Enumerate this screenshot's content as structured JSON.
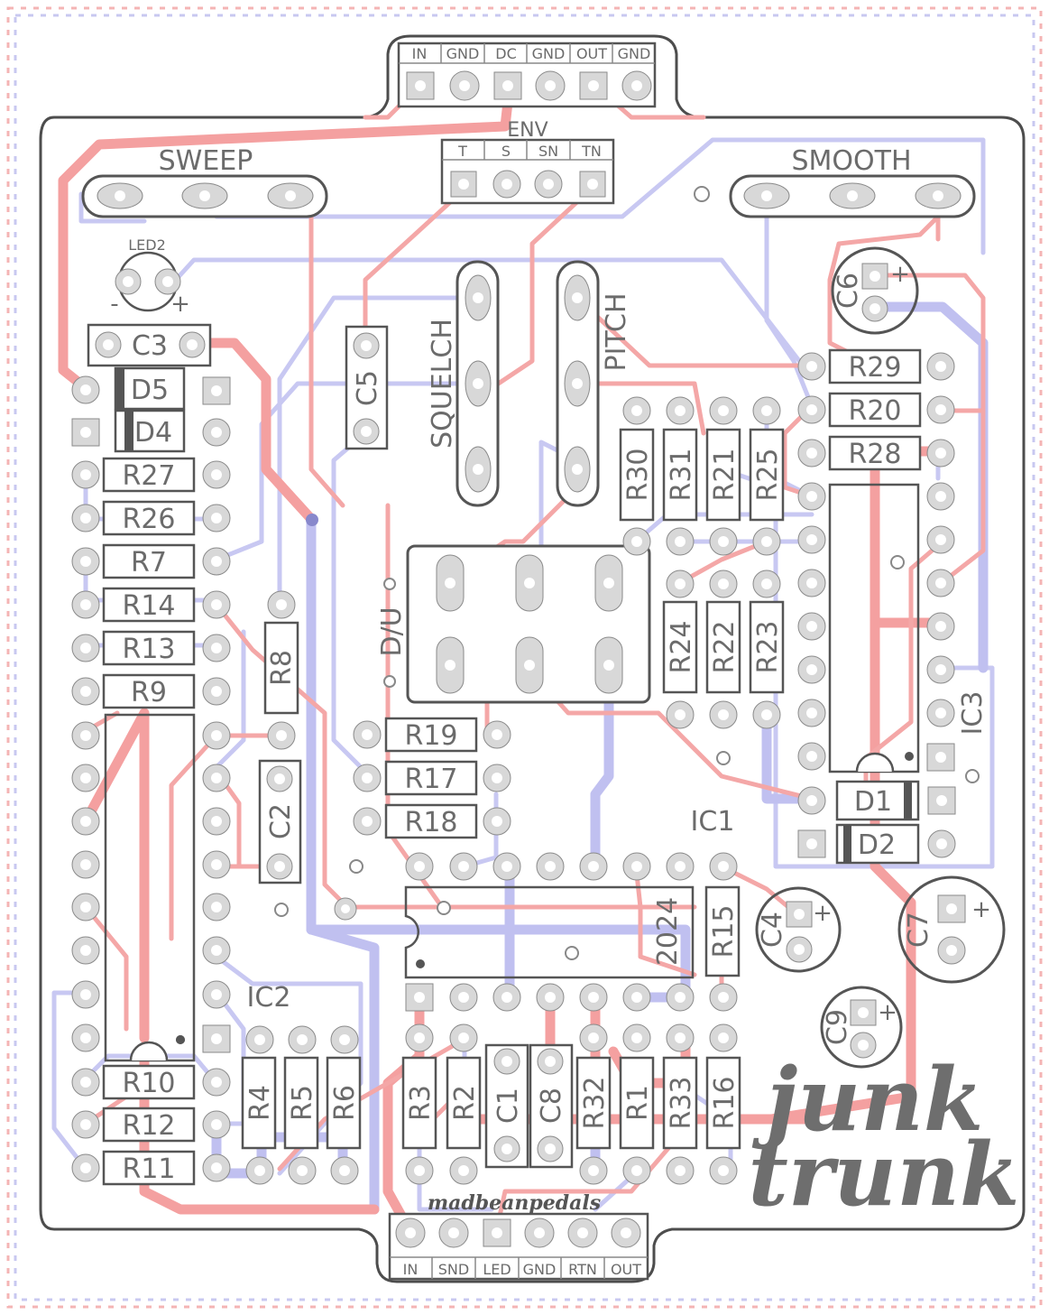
{
  "board": {
    "brand": "madbeanpedals",
    "logo_line1": "junk",
    "logo_line2": "trunk"
  },
  "top_header": {
    "labels": [
      "IN",
      "GND",
      "DC",
      "GND",
      "OUT",
      "GND"
    ]
  },
  "bottom_header": {
    "labels": [
      "IN",
      "SND",
      "LED",
      "GND",
      "RTN",
      "OUT"
    ]
  },
  "env_header": {
    "title": "ENV",
    "labels": [
      "T",
      "S",
      "SN",
      "TN"
    ]
  },
  "pots": {
    "sweep": "SWEEP",
    "smooth": "SMOOTH",
    "squelch": "SQUELCH",
    "pitch": "PITCH"
  },
  "switch_label": "D/U",
  "led_label": "LED2",
  "led_minus": "-",
  "led_plus": "+",
  "cap_plus": "+",
  "ic": {
    "ic1": "IC1",
    "ic2": "IC2",
    "ic3": "IC3",
    "ic1_part": "2024"
  },
  "left_resistors": [
    "R27",
    "R26",
    "R7",
    "R14",
    "R13",
    "R9"
  ],
  "left_lower_resistors": [
    "R10",
    "R12",
    "R11"
  ],
  "right_resistors": [
    "R29",
    "R20",
    "R28"
  ],
  "center_resistors": [
    "R19",
    "R17",
    "R18"
  ],
  "vertical_resistors_top": [
    "R30",
    "R31",
    "R21",
    "R25"
  ],
  "vertical_resistors_mid": [
    "R24",
    "R22",
    "R23"
  ],
  "vertical_resistors_bottom_left": [
    "R4",
    "R5",
    "R6"
  ],
  "vertical_resistors_bottom_mid": [
    "R3",
    "R2",
    "C1",
    "C8",
    "R32",
    "R1",
    "R33",
    "R16"
  ],
  "misc": {
    "c3": "C3",
    "c5": "C5",
    "c2": "C2",
    "r8": "R8",
    "r15": "R15",
    "d5": "D5",
    "d4": "D4",
    "d1": "D1",
    "d2": "D2",
    "c4": "C4",
    "c6": "C6",
    "c7": "C7",
    "c9": "C9"
  },
  "colors": {
    "top_trace": "#f4a7a7",
    "bottom_trace": "#c8c8f2",
    "outline": "#4d4d4d",
    "pad": "#d8d8d8"
  }
}
